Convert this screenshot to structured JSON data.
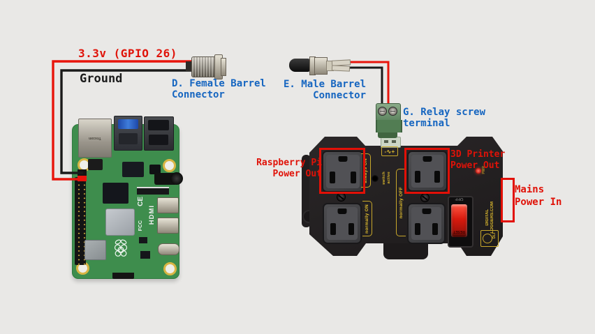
{
  "colors": {
    "background": "#e9e8e6",
    "label_red": "#e01208",
    "label_blue": "#1565c0",
    "wire_red": "#e8140b",
    "wire_black": "#1a1a1a",
    "relay_yellow": "#dcb92e",
    "pi_green": "#3e8d4d",
    "annotation_red": "#e21007"
  },
  "annotations": {
    "gpio": "3.3v (GPIO 26)",
    "ground": "Ground",
    "female_barrel": {
      "line1": "D. Female Barrel",
      "line2": "Connector"
    },
    "male_barrel": {
      "line1": "E. Male Barrel",
      "line2": "Connector"
    },
    "relay_terminal": {
      "line1": "G. Relay screw",
      "line2": "terminal"
    },
    "rpi_power_out": {
      "line1": "Raspberry Pi",
      "line2": "Power Out"
    },
    "printer_power_out": {
      "line1": "3D Printer",
      "line2": "Power Out"
    },
    "mains_power_in": {
      "line1": "Mains",
      "line2": "Power In"
    }
  },
  "relay": {
    "always_on": "always ON",
    "normally_on": "normally ON",
    "normally_off": "normally OFF",
    "switch_active_1": "switch",
    "switch_active_2": "active",
    "polarity": "-∿+",
    "switch_off": "OFF",
    "switch_reset": "RESET",
    "power_led": "PWR",
    "brand_1": "DIGITAL",
    "brand_2": "LOGGERS.COM",
    "logo": "DLI"
  },
  "pi": {
    "hdmi": "HDMI",
    "ce": "CE",
    "fcc": "FCC",
    "ethernet_label": "Trxcom"
  }
}
